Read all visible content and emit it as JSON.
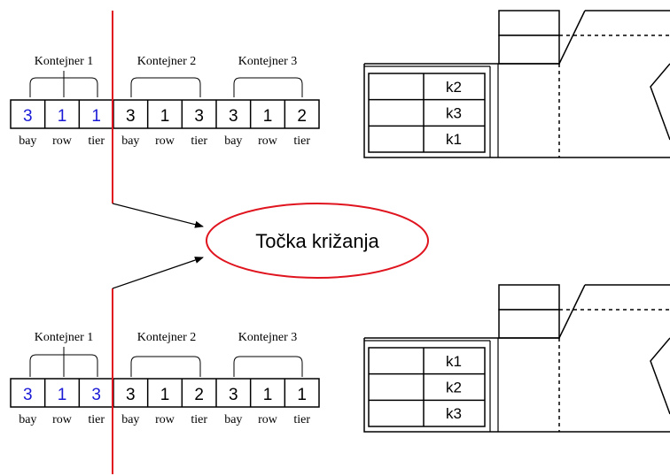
{
  "center_label": "Točka križanja",
  "colors": {
    "crossover": "#e0141e",
    "gene_highlight": "#1a1ad6",
    "stroke": "#000000"
  },
  "chromosomes": [
    {
      "container_labels": [
        "Kontejner 1",
        "Kontejner 2",
        "Kontejner 3"
      ],
      "genes": [
        "3",
        "1",
        "1",
        "3",
        "1",
        "3",
        "3",
        "1",
        "2"
      ],
      "gene_labels": [
        "bay",
        "row",
        "tier",
        "bay",
        "row",
        "tier",
        "bay",
        "row",
        "tier"
      ],
      "highlight_count": 3,
      "ship_stack": [
        "k2",
        "k3",
        "k1"
      ]
    },
    {
      "container_labels": [
        "Kontejner 1",
        "Kontejner 2",
        "Kontejner 3"
      ],
      "genes": [
        "3",
        "1",
        "3",
        "3",
        "1",
        "2",
        "3",
        "1",
        "1"
      ],
      "gene_labels": [
        "bay",
        "row",
        "tier",
        "bay",
        "row",
        "tier",
        "bay",
        "row",
        "tier"
      ],
      "highlight_count": 3,
      "ship_stack": [
        "k1",
        "k2",
        "k3"
      ]
    }
  ]
}
